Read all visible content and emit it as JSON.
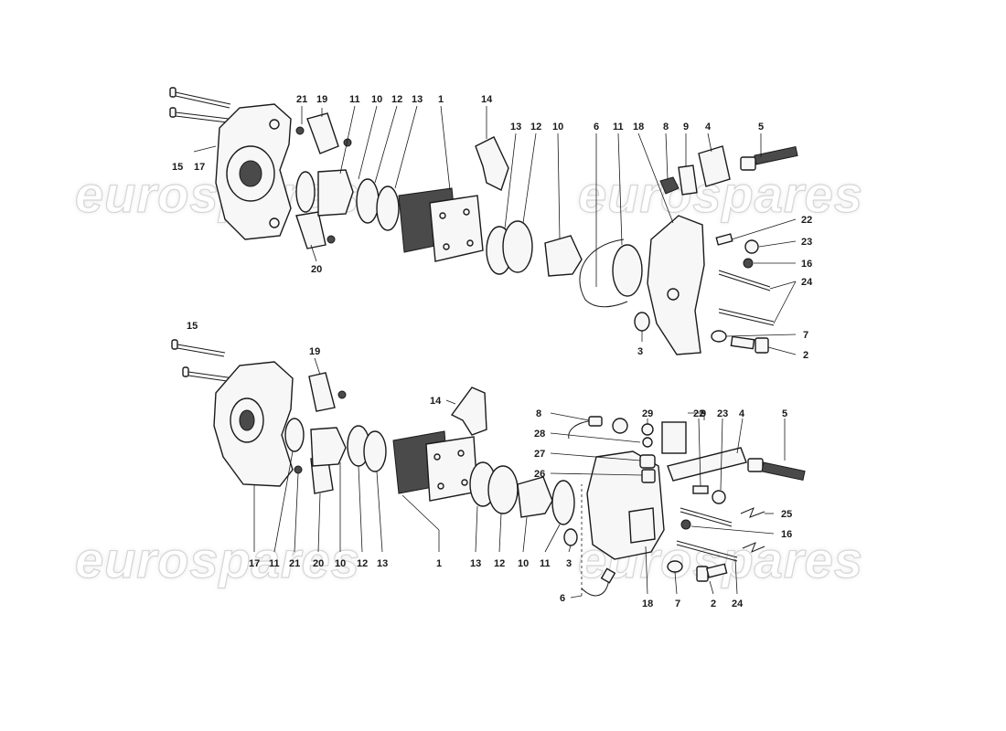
{
  "watermark": {
    "text": "eurospares"
  },
  "upper_assembly": {
    "labels": [
      "21",
      "19",
      "11",
      "10",
      "12",
      "13",
      "1",
      "14",
      "13",
      "12",
      "10",
      "6",
      "11",
      "18",
      "8",
      "9",
      "4",
      "5",
      "15",
      "17",
      "20",
      "22",
      "23",
      "16",
      "24",
      "7",
      "3",
      "2"
    ]
  },
  "lower_assembly": {
    "labels": [
      "15",
      "19",
      "14",
      "8",
      "29",
      "9",
      "22",
      "23",
      "4",
      "5",
      "28",
      "27",
      "26",
      "25",
      "16",
      "17",
      "11",
      "21",
      "20",
      "10",
      "12",
      "13",
      "1",
      "13",
      "12",
      "10",
      "11",
      "3",
      "18",
      "7",
      "2",
      "24",
      "6"
    ]
  }
}
